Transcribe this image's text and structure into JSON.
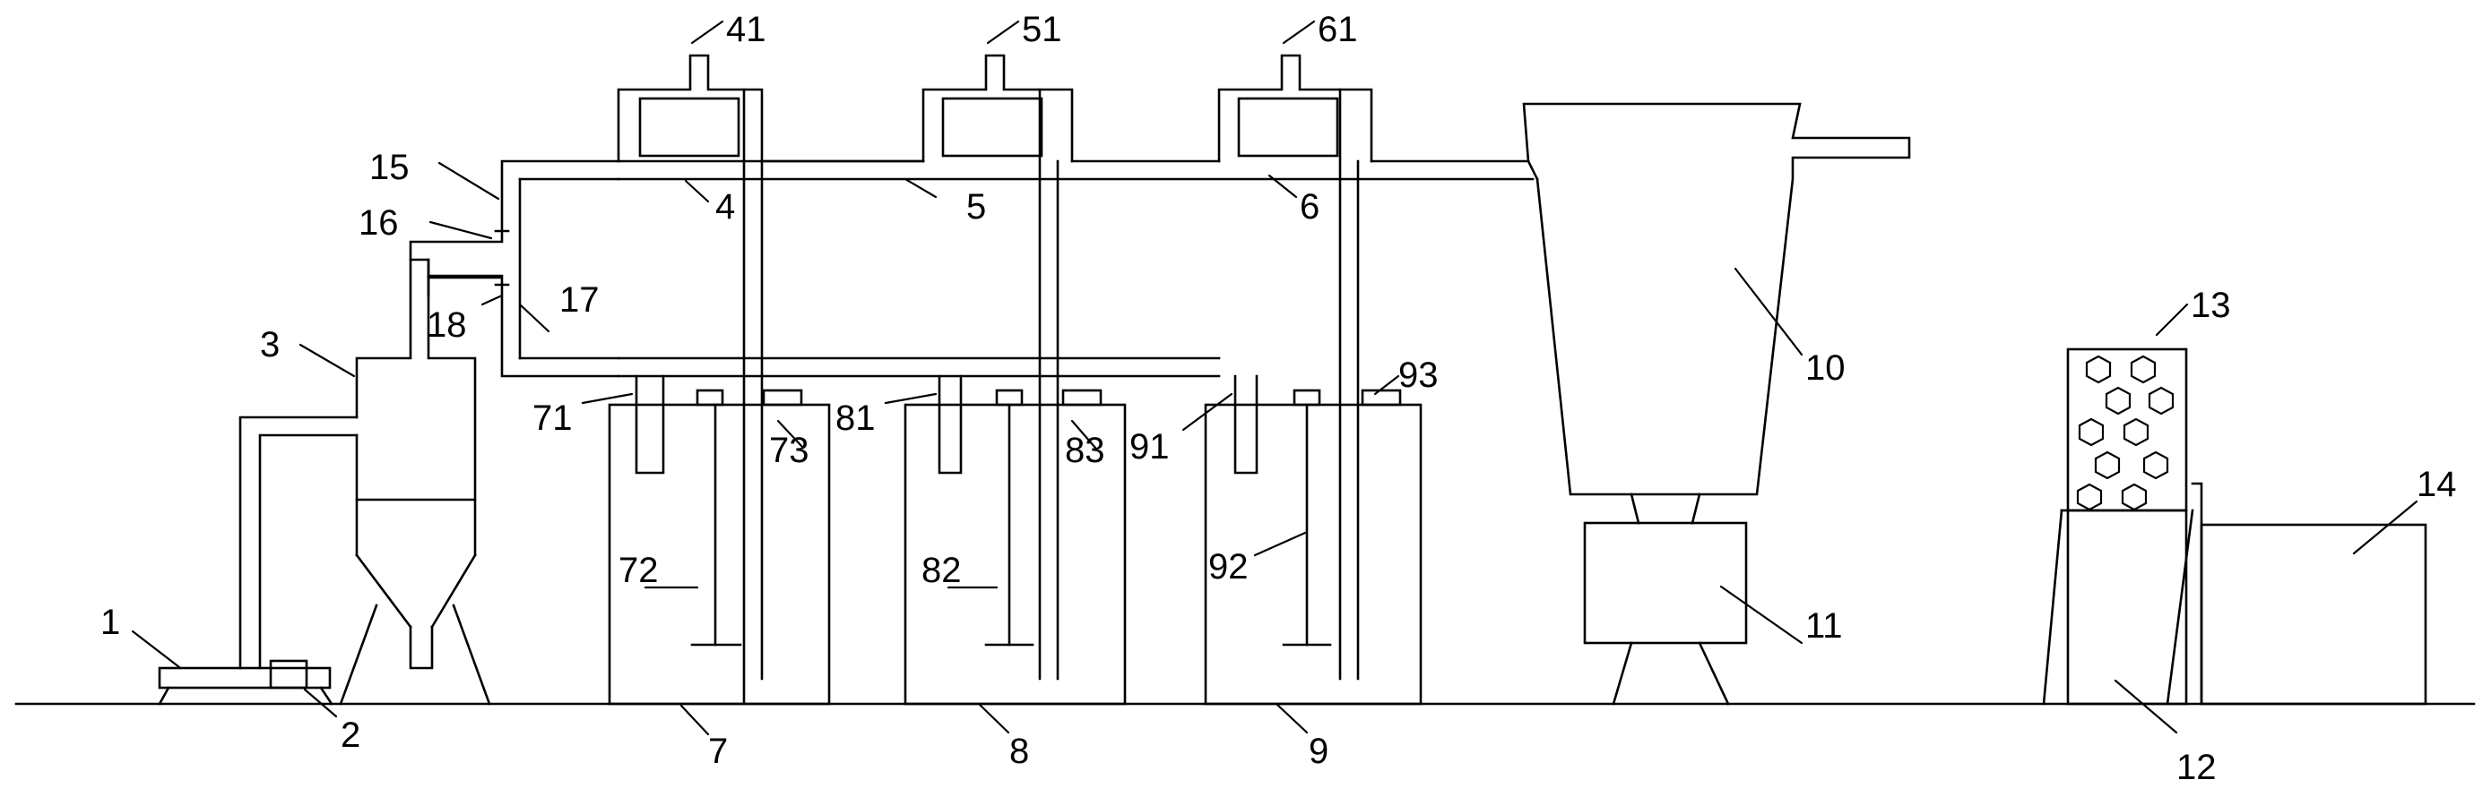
{
  "figure": {
    "labels": {
      "l1": "1",
      "l2": "2",
      "l3": "3",
      "l4": "4",
      "l41": "41",
      "l5": "5",
      "l51": "51",
      "l6": "6",
      "l61": "61",
      "l7": "7",
      "l71": "71",
      "l72": "72",
      "l73": "73",
      "l8": "8",
      "l81": "81",
      "l82": "82",
      "l83": "83",
      "l9": "9",
      "l91": "91",
      "l92": "92",
      "l93": "93",
      "l10": "10",
      "l11": "11",
      "l12": "12",
      "l13": "13",
      "l14": "14",
      "l15": "15",
      "l16": "16",
      "l17": "17",
      "l18": "18"
    }
  }
}
